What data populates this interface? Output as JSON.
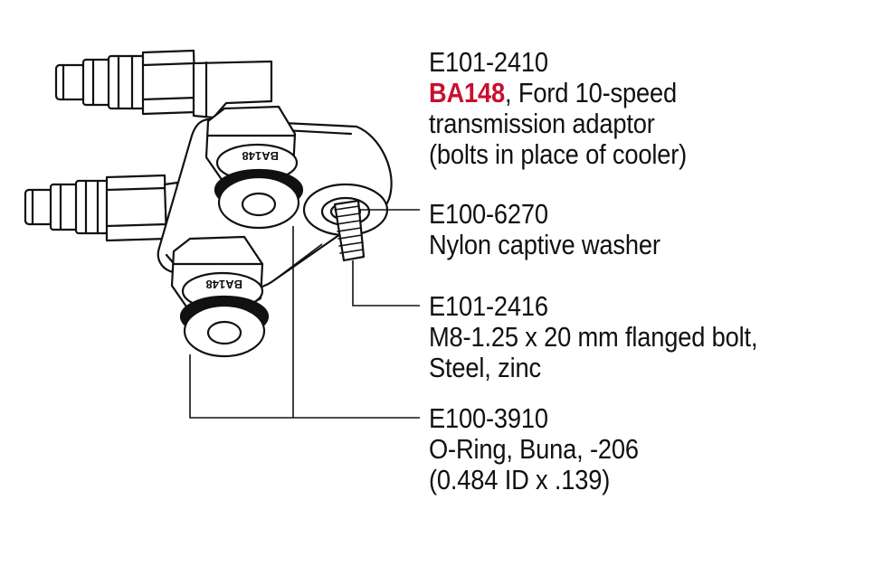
{
  "colors": {
    "line": "#111111",
    "highlight": "#c8102e",
    "background": "#ffffff"
  },
  "engraving": "BA148",
  "callouts": [
    {
      "part_number": "E101-2410",
      "highlight_code": "BA148",
      "line1_rest": ", Ford 10-speed",
      "line2": "transmission adaptor",
      "line3": "(bolts in place of cooler)"
    },
    {
      "part_number": "E100-6270",
      "line1": "Nylon captive washer"
    },
    {
      "part_number": "E101-2416",
      "line1": "M8-1.25 x 20 mm flanged bolt,",
      "line2": "Steel, zinc"
    },
    {
      "part_number": "E100-3910",
      "line1": "O-Ring, Buna, -206",
      "line2": "(0.484 ID x .139)"
    }
  ]
}
